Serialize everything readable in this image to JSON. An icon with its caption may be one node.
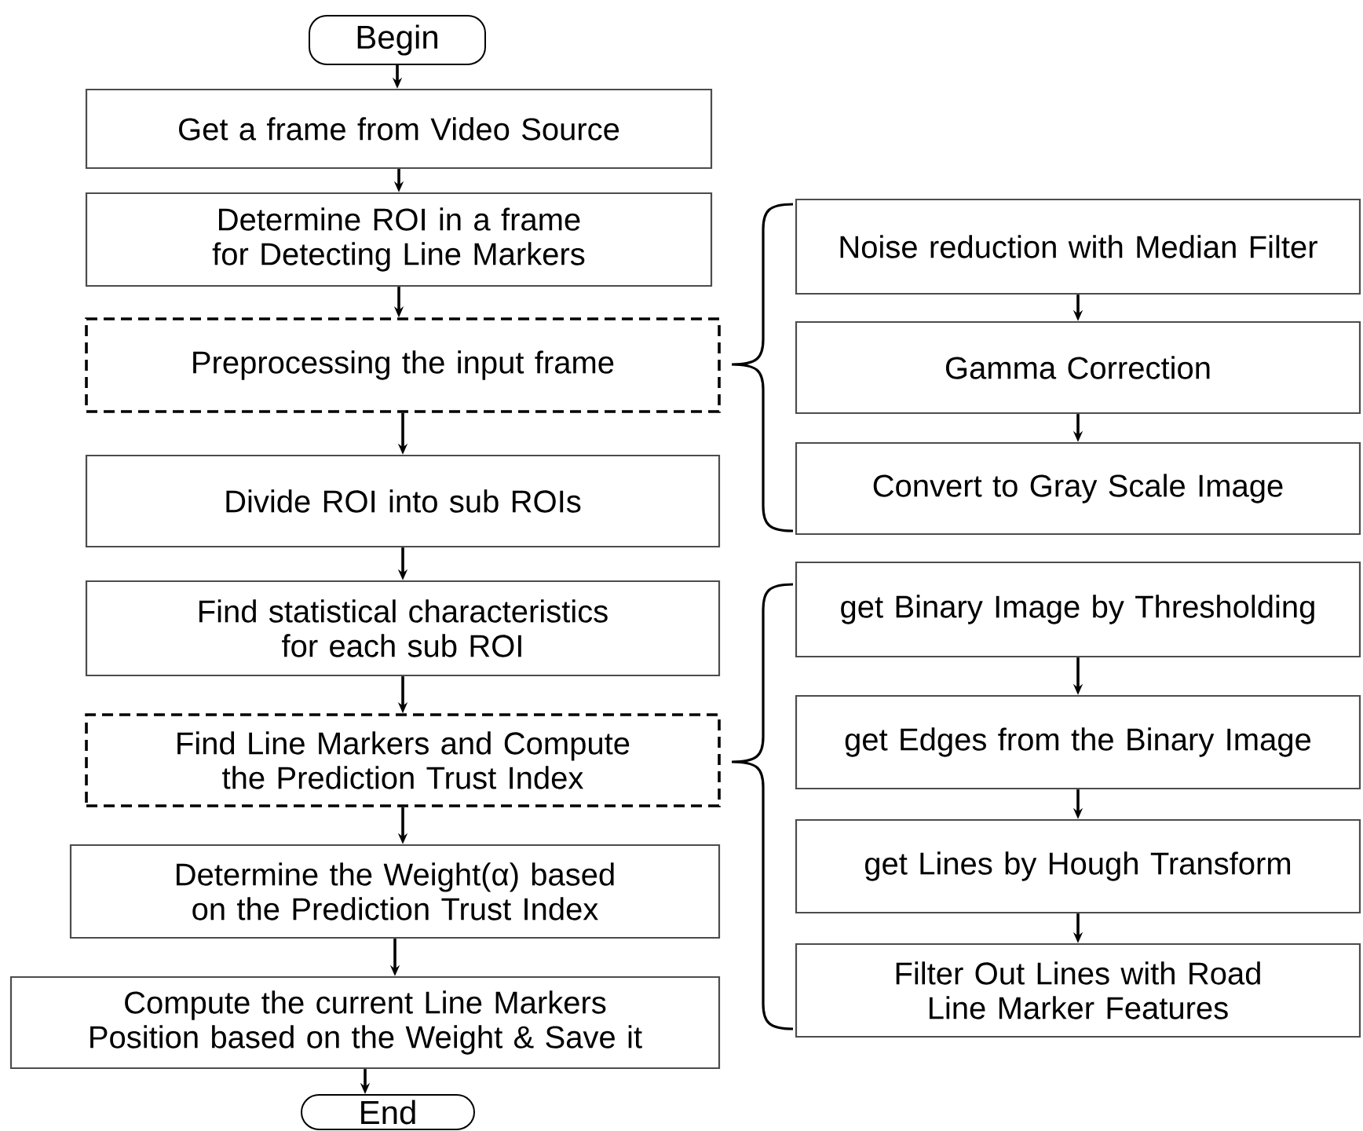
{
  "diagram": {
    "nodes": [
      {
        "text": [
          "Begin"
        ]
      },
      {
        "text": [
          "Get a frame from Video Source"
        ]
      },
      {
        "text": [
          "Determine ROI in a frame for Detecting Line Markers"
        ]
      },
      {
        "text": [
          "Preprocessing the input frame"
        ]
      },
      {
        "text": [
          "Divide ROI into sub ROIs"
        ]
      },
      {
        "text": [
          "Find statistical characteristics for each sub ROI"
        ]
      },
      {
        "text": [
          "Find Line Markers and Compute the Prediction Trust Index"
        ]
      },
      {
        "text": [
          "Determine the Weight(α) based on the Prediction Trust Index"
        ]
      },
      {
        "text": [
          "Compute the current Line Markers Position based on the Weight & Save it"
        ]
      },
      {
        "text": [
          "End"
        ]
      },
      {
        "text": [
          "Noise reduction with Median Filter"
        ]
      },
      {
        "text": [
          "Gamma Correction"
        ]
      },
      {
        "text": [
          "Convert to Gray Scale Image"
        ]
      },
      {
        "text": [
          "get Binary Image by Thresholding"
        ]
      },
      {
        "text": [
          "get Edges from the Binary Image"
        ]
      },
      {
        "text": [
          "get Lines by Hough Transform"
        ]
      },
      {
        "text": [
          "Filter Out Lines with Road Line Marker Features"
        ]
      }
    ],
    "edges": [
      {
        "from": 0,
        "to": 1,
        "arrow": "to"
      },
      {
        "from": 1,
        "to": 2,
        "arrow": "to"
      },
      {
        "from": 2,
        "to": 3,
        "arrow": "to"
      },
      {
        "from": 3,
        "to": 4,
        "arrow": "to"
      },
      {
        "from": 4,
        "to": 5,
        "arrow": "to"
      },
      {
        "from": 5,
        "to": 6,
        "arrow": "to"
      },
      {
        "from": 6,
        "to": 7,
        "arrow": "to"
      },
      {
        "from": 7,
        "to": 8,
        "arrow": "to"
      },
      {
        "from": 8,
        "to": 9,
        "arrow": "to"
      },
      {
        "from": 10,
        "to": 11,
        "arrow": "to"
      },
      {
        "from": 11,
        "to": 12,
        "arrow": "to"
      },
      {
        "from": 13,
        "to": 14,
        "arrow": "to"
      },
      {
        "from": 14,
        "to": 15,
        "arrow": "to"
      },
      {
        "from": 15,
        "to": 16,
        "arrow": "to"
      }
    ]
  }
}
